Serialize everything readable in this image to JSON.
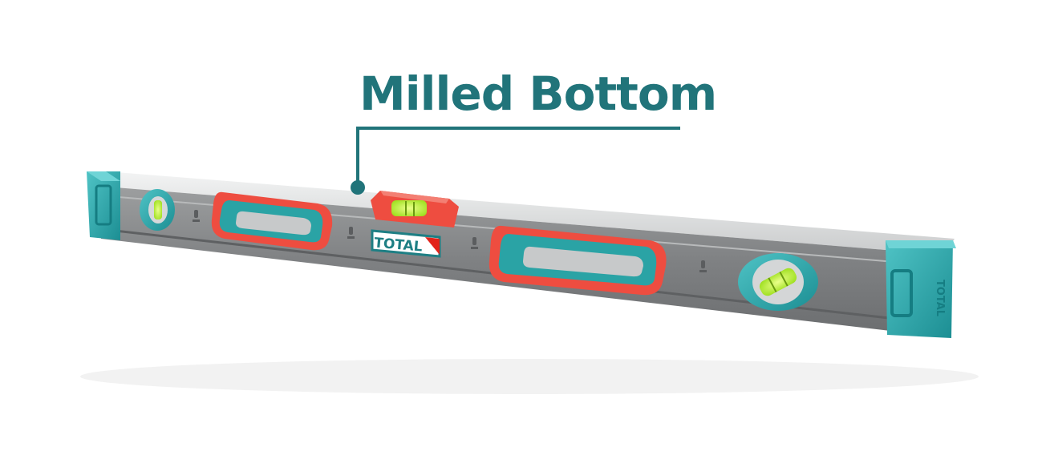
{
  "callout": {
    "title": "Milled Bottom"
  },
  "product": {
    "brand": "TOTAL",
    "side_print": "TOTAL"
  },
  "colors": {
    "callout_teal": "#21747a",
    "body_teal": "#29a8ac",
    "grip_teal": "#2aa3a5",
    "handle_red": "#ee4d40",
    "frame_gray": "#8a8c8d",
    "top_silver": "#e6e8e9",
    "vial_green": "#c9ff3a",
    "logo_red": "#e2231a"
  }
}
